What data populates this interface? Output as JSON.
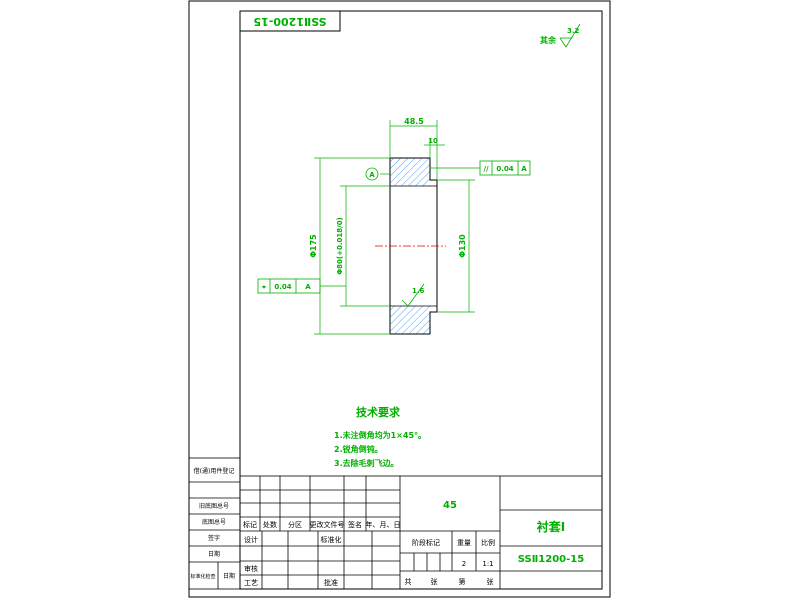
{
  "drawing": {
    "code_box": "SSⅡ1200-15",
    "surface_roughness": "3.2",
    "surface_other_label": "其余",
    "dim_top_width": "48.5",
    "dim_top_small": "10",
    "dim_left_dia": "Φ175",
    "dim_inner_dia": "Φ80(+0.018/0)",
    "dim_right_dia": "Φ130",
    "datum_label": "A",
    "fcf_right": {
      "symbol": "//",
      "value": "0.04",
      "datum": "A"
    },
    "fcf_left": {
      "symbol": "⌖",
      "value": "0.04",
      "datum": "A"
    },
    "roughness_small": "1.6"
  },
  "tech": {
    "title": "技术要求",
    "lines": [
      "1.未注倒角均为1×45°。",
      "2.锐角倒钝。",
      "3.去除毛刺飞边。"
    ]
  },
  "side_table": {
    "rows": [
      "借(通)用件登记",
      "",
      "旧底图总号",
      "底图总号",
      "签字",
      "日期"
    ],
    "bottom": [
      "标准化检查",
      "日期"
    ]
  },
  "title_block": {
    "material": "45",
    "part_name": "衬套Ⅰ",
    "drawing_no": "SSⅡ1200-15",
    "headers": [
      "标记",
      "处数",
      "分区",
      "更改文件号",
      "签名",
      "年、月、日"
    ],
    "design": "设计",
    "standardize": "标准化",
    "stage_mark": "阶段标记",
    "weight": "重量",
    "scale": "比例",
    "weight_value": "2",
    "scale_value": "1:1",
    "review": "审核",
    "process": "工艺",
    "approve": "批准",
    "sheet_total": "共",
    "sheet_unit": "张",
    "sheet_no": "第",
    "sheet_unit2": "张"
  }
}
